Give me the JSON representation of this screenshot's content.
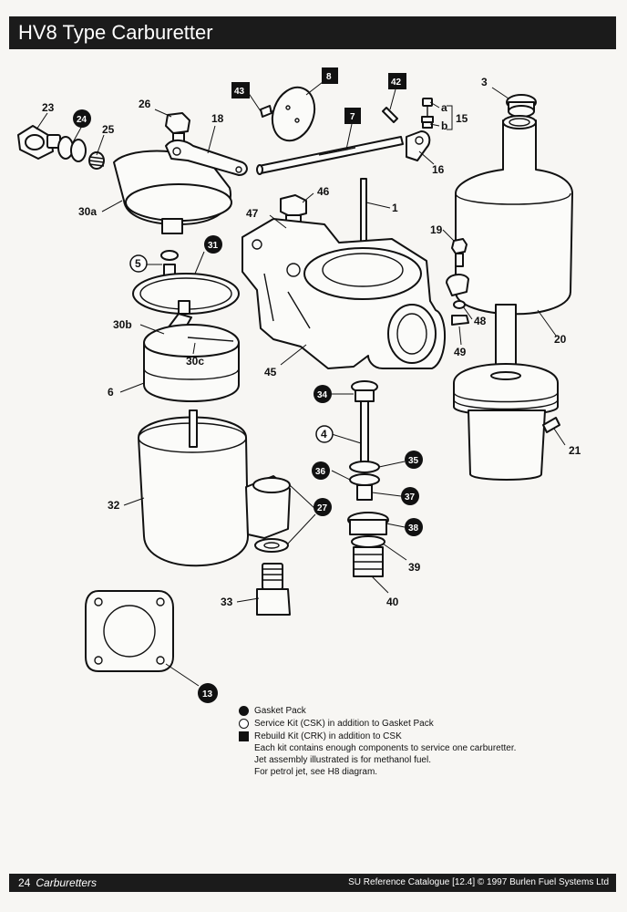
{
  "header": {
    "title": "HV8 Type Carburetter"
  },
  "diagram": {
    "parts": [
      {
        "id": "p1",
        "label": "1"
      },
      {
        "id": "p3",
        "label": "3"
      },
      {
        "id": "p4",
        "label": "4"
      },
      {
        "id": "p5",
        "label": "5",
        "badge": "ring"
      },
      {
        "id": "p6",
        "label": "6"
      },
      {
        "id": "p7",
        "label": "7",
        "badge": "square"
      },
      {
        "id": "p8",
        "label": "8",
        "badge": "square"
      },
      {
        "id": "p13",
        "label": "13",
        "badge": "circle"
      },
      {
        "id": "p15",
        "label": "15"
      },
      {
        "id": "p15a",
        "label": "a"
      },
      {
        "id": "p15b",
        "label": "b"
      },
      {
        "id": "p16",
        "label": "16"
      },
      {
        "id": "p18",
        "label": "18"
      },
      {
        "id": "p19",
        "label": "19"
      },
      {
        "id": "p20",
        "label": "20"
      },
      {
        "id": "p21",
        "label": "21"
      },
      {
        "id": "p23",
        "label": "23"
      },
      {
        "id": "p24",
        "label": "24",
        "badge": "circle"
      },
      {
        "id": "p25",
        "label": "25"
      },
      {
        "id": "p26",
        "label": "26"
      },
      {
        "id": "p27",
        "label": "27",
        "badge": "circle"
      },
      {
        "id": "p30a",
        "label": "30a"
      },
      {
        "id": "p30b",
        "label": "30b"
      },
      {
        "id": "p30c",
        "label": "30c"
      },
      {
        "id": "p31",
        "label": "31",
        "badge": "circle"
      },
      {
        "id": "p32",
        "label": "32"
      },
      {
        "id": "p33",
        "label": "33"
      },
      {
        "id": "p34",
        "label": "34",
        "badge": "circle"
      },
      {
        "id": "p35",
        "label": "35",
        "badge": "circle"
      },
      {
        "id": "p36",
        "label": "36",
        "badge": "circle"
      },
      {
        "id": "p37",
        "label": "37",
        "badge": "circle"
      },
      {
        "id": "p38",
        "label": "38",
        "badge": "circle"
      },
      {
        "id": "p39",
        "label": "39"
      },
      {
        "id": "p40",
        "label": "40"
      },
      {
        "id": "p42",
        "label": "42",
        "badge": "square"
      },
      {
        "id": "p43",
        "label": "43",
        "badge": "square"
      },
      {
        "id": "p45",
        "label": "45"
      },
      {
        "id": "p46",
        "label": "46"
      },
      {
        "id": "p47",
        "label": "47"
      },
      {
        "id": "p48",
        "label": "48"
      },
      {
        "id": "p49",
        "label": "49"
      }
    ]
  },
  "legend": {
    "gasket_pack": "Gasket Pack",
    "service_kit": "Service Kit (CSK) in addition to Gasket Pack",
    "rebuild_kit": "Rebuild Kit (CRK) in addition to CSK",
    "note1": "Each kit contains enough components to service one carburetter.",
    "note2": "Jet assembly illustrated is for methanol fuel.",
    "note3": "For petrol jet, see H8 diagram."
  },
  "footer": {
    "page_number": "24",
    "section": "Carburetters",
    "catalogue": "SU Reference Catalogue [12.4] © 1997 Burlen Fuel Systems Ltd"
  }
}
